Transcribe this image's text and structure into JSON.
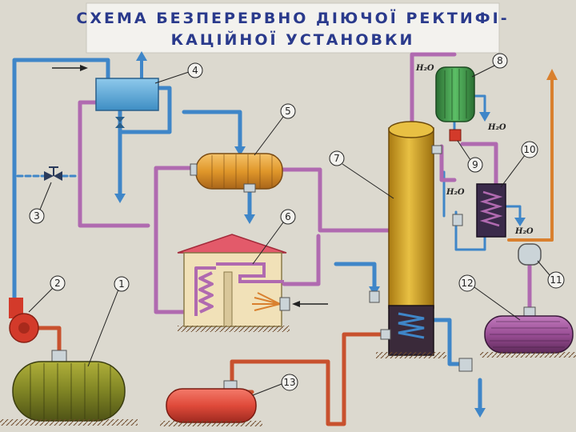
{
  "title": {
    "line1": "СХЕМА  БЕЗПЕРЕРВНО  ДІЮЧОЇ  РЕКТИФІ-",
    "line2": "КАЦІЙНОЇ  УСТАНОВКИ"
  },
  "callouts": [
    "1",
    "2",
    "3",
    "4",
    "5",
    "6",
    "7",
    "8",
    "9",
    "10",
    "11",
    "12",
    "13"
  ],
  "water_labels": [
    "H₂O",
    "H₂O",
    "H₂O",
    "H₂O"
  ],
  "colors": {
    "background": "#dcd9cf",
    "title_text": "#2a3a8c",
    "pipe_blue": "#3f86c8",
    "pipe_purple": "#b06ab0",
    "pipe_red": "#c8512e",
    "pipe_orange": "#d9802e",
    "column": "#d9a825",
    "tank_olive": "#8a8f2a",
    "tank_red": "#e04a3a",
    "tank_purple": "#9a4e95",
    "condenser_green": "#3e9a4a"
  }
}
